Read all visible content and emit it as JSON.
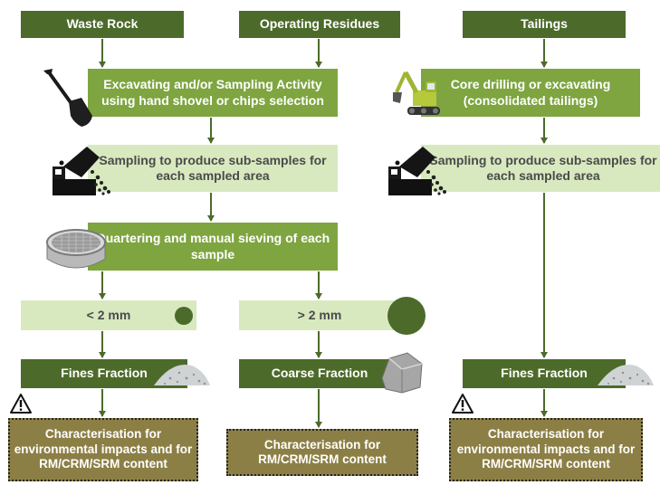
{
  "sources": {
    "waste_rock": "Waste Rock",
    "operating_residues": "Operating Residues",
    "tailings": "Tailings"
  },
  "steps": {
    "excavating": "Excavating and/or Sampling Activity using hand shovel or chips selection",
    "core_drilling": "Core drilling or excavating (consolidated tailings)",
    "sampling_left": "Sampling to produce sub-samples for each sampled area",
    "sampling_right": "Sampling to produce sub-samples for each sampled area",
    "quartering": "Quartering and manual sieving of each sample",
    "lt2mm": "< 2 mm",
    "gt2mm": "> 2 mm",
    "fines_left": "Fines Fraction",
    "coarse": "Coarse Fraction",
    "fines_right": "Fines Fraction",
    "char_env_left": "Characterisation for environmental impacts and for RM/CRM/SRM content",
    "char_rm": "Characterisation for RM/CRM/SRM content",
    "char_env_right": "Characterisation for environmental impacts and for RM/CRM/SRM content"
  },
  "icons": [
    "shovel-icon",
    "excavator-icon",
    "dump-truck-icon",
    "sieve-icon",
    "small-particle-icon",
    "large-particle-icon",
    "fines-pile-icon",
    "coarse-rock-icon",
    "warning-icon"
  ],
  "colors": {
    "dark_green": "#4c6b2a",
    "mid_green": "#7ea540",
    "pale_green": "#d8e9bf",
    "khaki": "#8c7f45",
    "arrow": "#4c6b2a"
  }
}
